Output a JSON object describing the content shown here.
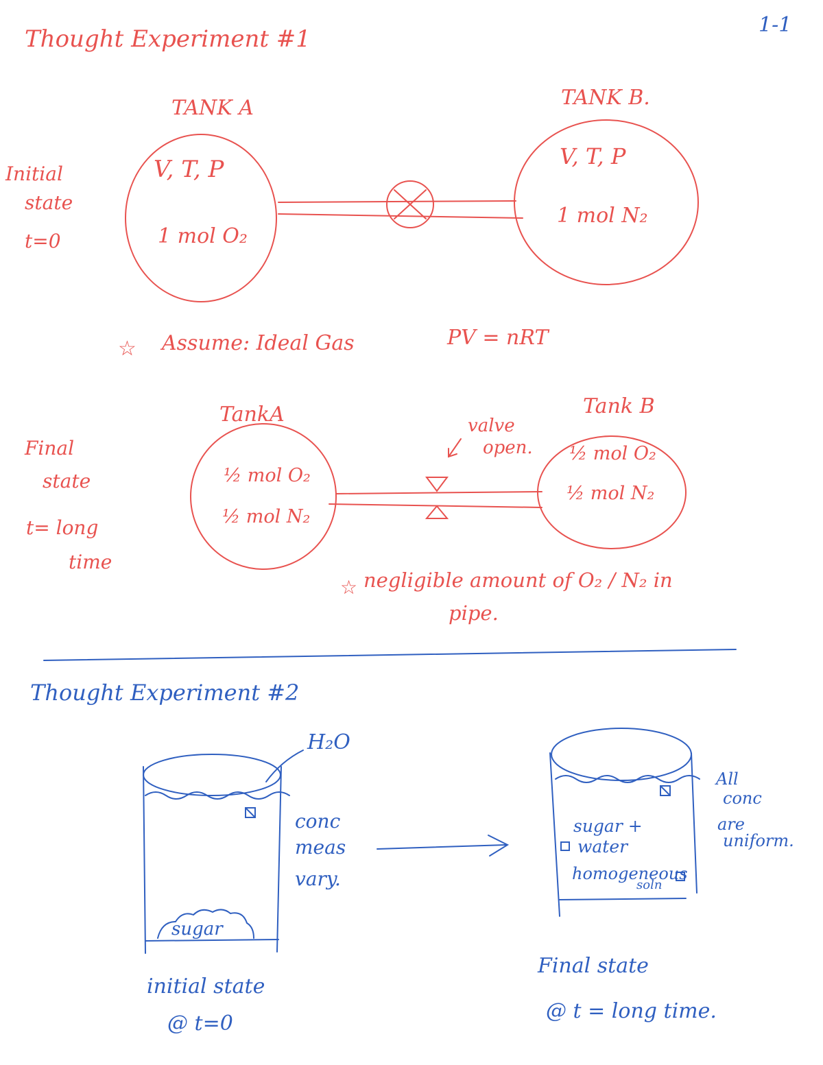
{
  "page_number": "1-1",
  "experiment1": {
    "title": "Thought Experiment #1",
    "initial": {
      "state_label": [
        "Initial",
        "state",
        "t=0"
      ],
      "tank_a": {
        "name": "TANK A",
        "props": "V, T, P",
        "contents": "1 mol O₂"
      },
      "tank_b": {
        "name": "TANK B.",
        "props": "V, T, P",
        "contents": "1 mol N₂"
      }
    },
    "assumption": "Assume: Ideal Gas",
    "equation": "PV = nRT",
    "final": {
      "state_label": [
        "Final",
        "state",
        "t= long",
        "time"
      ],
      "tank_a": {
        "name": "TankA",
        "line1": "½ mol O₂",
        "line2": "½ mol N₂"
      },
      "tank_b": {
        "name": "Tank B",
        "line1": "½ mol O₂",
        "line2": "½ mol N₂"
      },
      "valve_note": [
        "valve",
        "open."
      ],
      "note": [
        "negligible amount of O₂ / N₂ in",
        "pipe."
      ]
    }
  },
  "experiment2": {
    "title": "Thought Experiment #2",
    "initial": {
      "h2o_label": "H₂O",
      "sugar_label": "sugar",
      "side_note": [
        "conc",
        "meas",
        "vary."
      ],
      "caption": [
        "initial state",
        "@ t=0"
      ]
    },
    "final": {
      "inside_text": [
        "sugar +",
        "water",
        "homogeneous",
        "soln"
      ],
      "side_note": [
        "All",
        "conc",
        "are",
        "uniform."
      ],
      "caption": [
        "Final state",
        "@ t = long time."
      ]
    }
  },
  "colors": {
    "red_ink": "#e8524f",
    "blue_ink": "#2f5fc0",
    "paper": "#ffffff"
  }
}
